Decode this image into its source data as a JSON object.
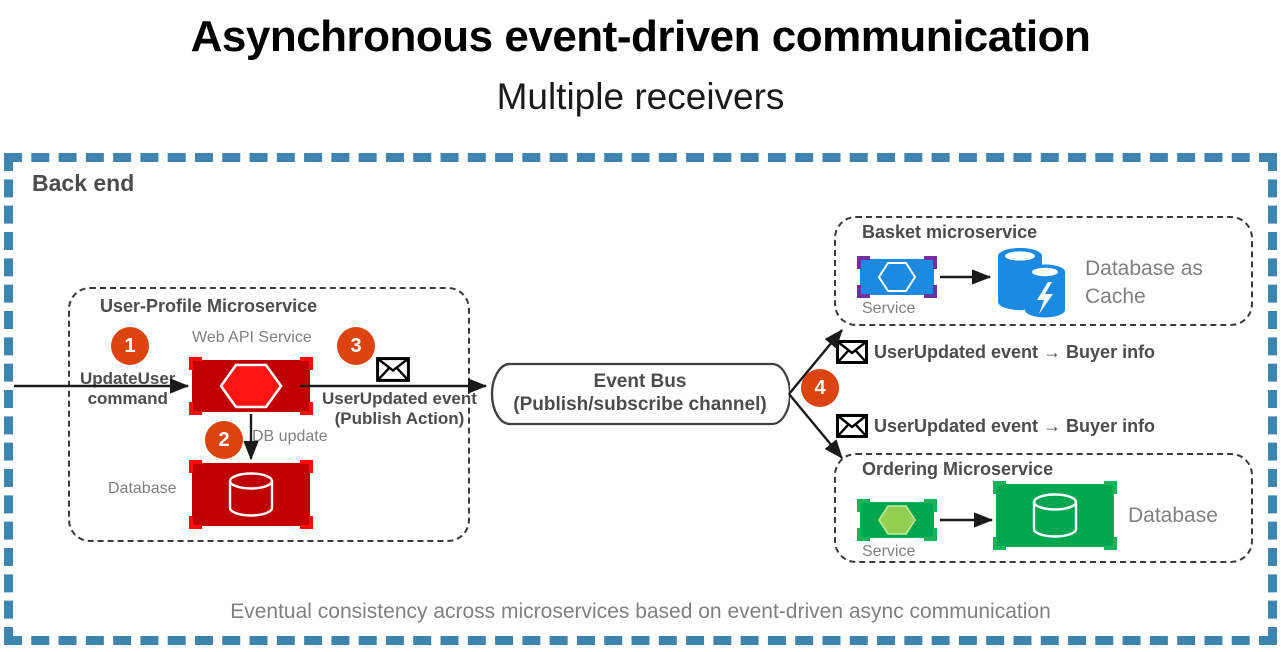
{
  "header": {
    "title": "Asynchronous event-driven communication",
    "subtitle": "Multiple receivers"
  },
  "backend": {
    "label": "Back end",
    "border_color": "#3E84AF"
  },
  "user_profile_group": {
    "title": "User-Profile Microservice",
    "web_api_label": "Web API Service",
    "database_label": "Database",
    "db_update_label": "DB update",
    "tile_color": "#C00000",
    "accent_color": "#FF0B0B"
  },
  "incoming": {
    "command_line1": "UpdateUser",
    "command_line2": "command"
  },
  "publish": {
    "line1": "UserUpdated event",
    "line2": "(Publish Action)",
    "envelope_icon": "envelope-icon"
  },
  "event_bus": {
    "line1": "Event Bus",
    "line2": "(Publish/subscribe channel)"
  },
  "steps": [
    {
      "number": "1"
    },
    {
      "number": "2"
    },
    {
      "number": "3"
    },
    {
      "number": "4"
    }
  ],
  "step_color": "#DB430F",
  "subscriptions": [
    {
      "icon": "envelope-icon",
      "label": "UserUpdated event → Buyer info"
    },
    {
      "icon": "envelope-icon",
      "label": "UserUpdated event → Buyer info"
    }
  ],
  "basket_group": {
    "title": "Basket microservice",
    "service_label": "Service",
    "database_label_line1": "Database as",
    "database_label_line2": "Cache",
    "tile_color": "#1B8AE0",
    "accent_color": "#7030A0",
    "icon": "database-as-cache-icon"
  },
  "ordering_group": {
    "title": "Ordering Microservice",
    "service_label": "Service",
    "database_label": "Database",
    "tile_color": "#00A650",
    "accent_color": "#17B357",
    "hexagon_color": "#92D050"
  },
  "footer": {
    "note": "Eventual consistency across microservices based on event-driven async communication"
  }
}
